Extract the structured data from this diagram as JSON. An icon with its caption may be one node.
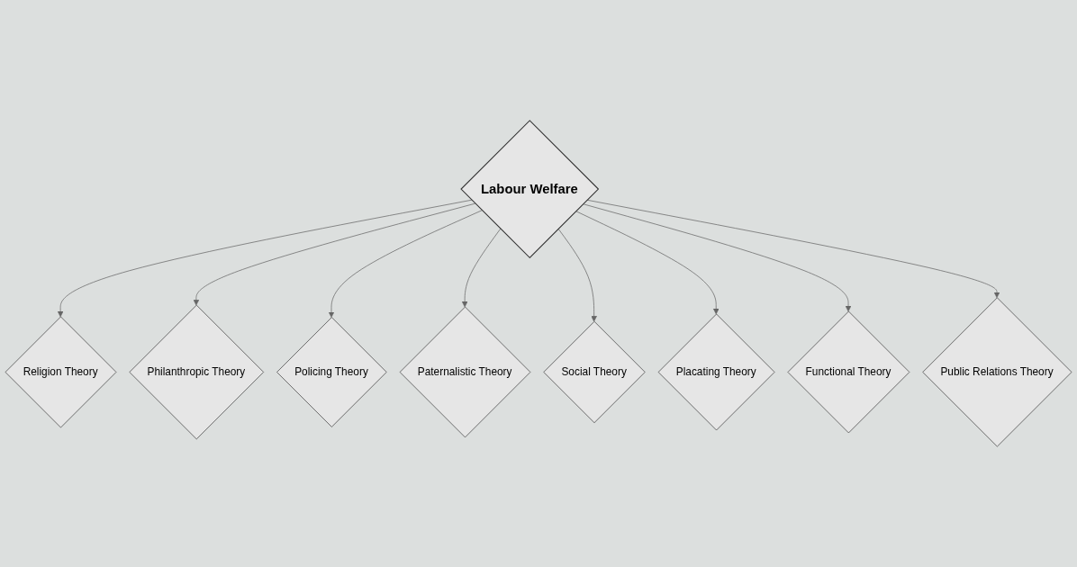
{
  "diagram": {
    "nodes": [
      {
        "text": [
          "Labour Welfare"
        ]
      },
      {
        "text": [
          "Religion Theory"
        ]
      },
      {
        "text": [
          "Philanthropic Theory"
        ]
      },
      {
        "text": [
          "Policing Theory"
        ]
      },
      {
        "text": [
          "Paternalistic Theory"
        ]
      },
      {
        "text": [
          "Social Theory"
        ]
      },
      {
        "text": [
          "Placating Theory"
        ]
      },
      {
        "text": [
          "Functional Theory"
        ]
      },
      {
        "text": [
          "Public Relations Theory"
        ]
      }
    ],
    "edges": [
      {
        "from": 0,
        "to": 1,
        "arrow": "to"
      },
      {
        "from": 0,
        "to": 2,
        "arrow": "to"
      },
      {
        "from": 0,
        "to": 3,
        "arrow": "to"
      },
      {
        "from": 0,
        "to": 4,
        "arrow": "to"
      },
      {
        "from": 0,
        "to": 5,
        "arrow": "to"
      },
      {
        "from": 0,
        "to": 6,
        "arrow": "to"
      },
      {
        "from": 0,
        "to": 7,
        "arrow": "to"
      },
      {
        "from": 0,
        "to": 8,
        "arrow": "to"
      }
    ]
  }
}
